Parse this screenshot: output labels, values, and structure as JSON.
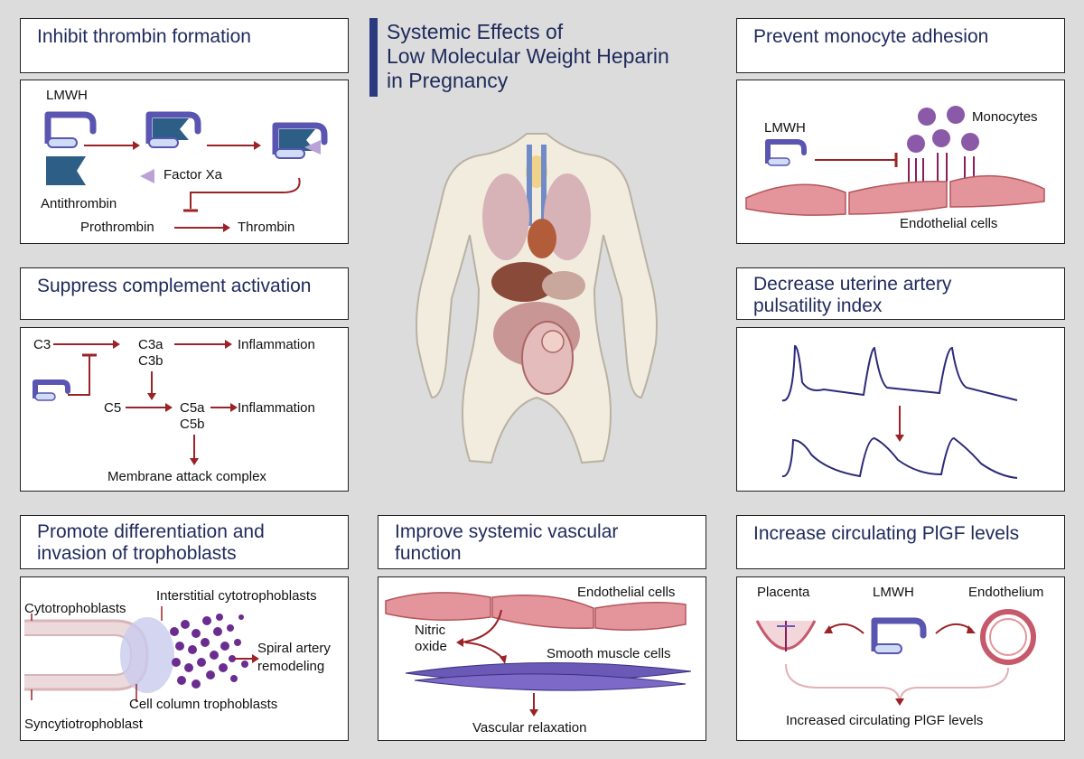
{
  "main_title": {
    "line1": "Systemic Effects of",
    "line2": "Low Molecular Weight Heparin",
    "line3": "in Pregnancy"
  },
  "panels": {
    "thrombin": {
      "title": "Inhibit thrombin formation",
      "labels": {
        "lmwh": "LMWH",
        "antithrombin": "Antithrombin",
        "factor_xa": "Factor Xa",
        "prothrombin": "Prothrombin",
        "thrombin": "Thrombin"
      }
    },
    "complement": {
      "title": "Suppress complement activation",
      "labels": {
        "c3": "C3",
        "c3a": "C3a",
        "c3b": "C3b",
        "inflammation1": "Inflammation",
        "c5": "C5",
        "c5a": "C5a",
        "c5b": "C5b",
        "inflammation2": "Inflammation",
        "mac": "Membrane attack complex"
      }
    },
    "trophoblast": {
      "title_line1": "Promote differentiation and",
      "title_line2": "invasion of trophoblasts",
      "labels": {
        "cytotrophoblasts": "Cytotrophoblasts",
        "interstitial": "Interstitial cytotrophoblasts",
        "spiral1": "Spiral artery",
        "spiral2": "remodeling",
        "cell_column": "Cell column trophoblasts",
        "syncytio": "Syncytiotrophoblast"
      }
    },
    "monocyte": {
      "title": "Prevent monocyte adhesion",
      "labels": {
        "lmwh": "LMWH",
        "monocytes": "Monocytes",
        "endothelial": "Endothelial cells"
      }
    },
    "uterine": {
      "title_line1": "Decrease uterine artery",
      "title_line2": "pulsatility index"
    },
    "vascular": {
      "title_line1": "Improve systemic vascular",
      "title_line2": "function",
      "labels": {
        "endothelial": "Endothelial cells",
        "nitric1": "Nitric",
        "nitric2": "oxide",
        "smooth": "Smooth muscle cells",
        "relaxation": "Vascular relaxation"
      }
    },
    "plgf": {
      "title": "Increase circulating PlGF levels",
      "labels": {
        "placenta": "Placenta",
        "lmwh": "LMWH",
        "endothelium": "Endothelium",
        "increased": "Increased circulating PlGF levels"
      }
    }
  },
  "colors": {
    "title_text": "#1f2a5c",
    "arrow": "#9b2226",
    "lmwh_purple": "#5a55b0",
    "antithrombin_blue": "#2d5f86",
    "endothelial_pink": "#e4959b",
    "monocyte_purple": "#8a5aa8",
    "waveform": "#2b2a7a"
  }
}
